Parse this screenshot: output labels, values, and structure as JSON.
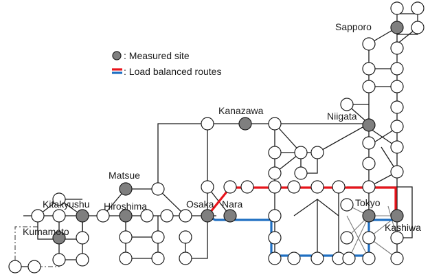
{
  "legend": {
    "measured_label": ": Measured site",
    "routes_label": ": Load balanced routes",
    "measured_color": "#7f7f7f",
    "route_colors": [
      "#e8141b",
      "#1f6fc2"
    ]
  },
  "sites": {
    "sapporo": "Sapporo",
    "kanazawa": "Kanazawa",
    "niigata": "Niigata",
    "matsue": "Matsue",
    "kitakyushu": "Kitakyushu",
    "hiroshima": "Hiroshima",
    "osaka": "Osaka",
    "nara": "Nara",
    "tokyo": "Tokyo",
    "kashiwa": "Kashiwa",
    "kumamoto": "Kumamoto"
  },
  "measured_sites": [
    "sapporo",
    "kanazawa",
    "niigata",
    "matsue",
    "kitakyushu",
    "hiroshima",
    "osaka",
    "nara",
    "tokyo",
    "kashiwa",
    "kumamoto"
  ]
}
